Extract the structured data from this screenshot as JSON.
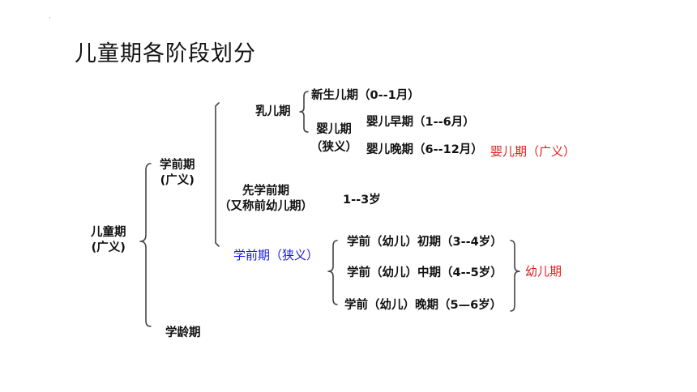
{
  "slide": {
    "dot": "·",
    "title": "儿童期各阶段划分"
  },
  "tree": {
    "root": {
      "line1": "儿童期",
      "line2": "(广义)"
    },
    "preschool_broad": {
      "line1": "学前期",
      "line2": "(广义)"
    },
    "school_age": "学龄期",
    "infancy": "乳儿期",
    "newborn": "新生儿期（0--1月）",
    "baby_narrow": {
      "line1": "婴儿期",
      "line2": "（狭义）"
    },
    "baby_early": "婴儿早期（1--6月）",
    "baby_late": "婴儿晚期（6--12月）",
    "baby_broad": "婴儿期（广义）",
    "pre_preschool": {
      "line1": "先学前期",
      "line2": "（又称前幼儿期）"
    },
    "pre_preschool_age": "1--3岁",
    "preschool_narrow": "学前期（狭义）",
    "preschool_early": "学前（幼儿）初期（3--4岁）",
    "preschool_mid": "学前（幼儿）中期（4--5岁）",
    "preschool_late": "学前（幼儿）晚期（5—6岁）",
    "young_child": "幼儿期"
  },
  "colors": {
    "red_label": "#e0201a",
    "blue_label": "#1a1ae6",
    "bracket_stroke": "#444444"
  }
}
